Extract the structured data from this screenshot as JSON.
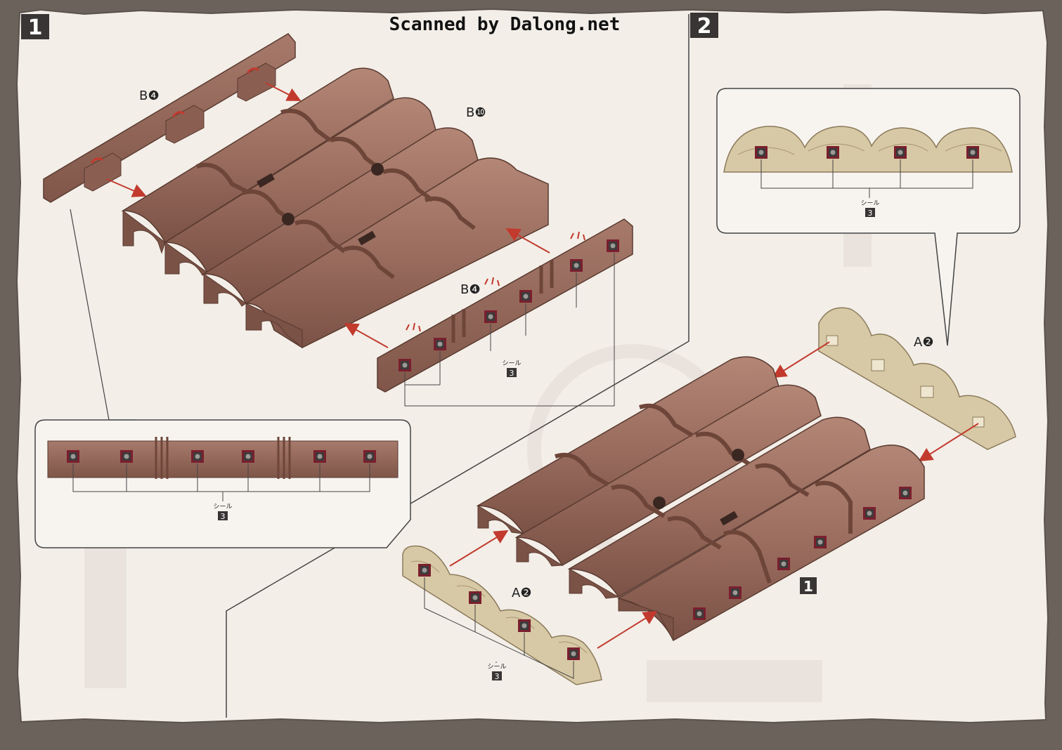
{
  "watermark": "Scanned by Dalong.net",
  "steps": [
    {
      "number": "1"
    },
    {
      "number": "2"
    }
  ],
  "parts": {
    "b4_top": "B❹",
    "b10": "B❿",
    "b4_side": "B❹",
    "a2_right": "A❷",
    "a2_left": "A❷"
  },
  "sticker": {
    "label": "シール",
    "number": "3"
  },
  "subassembly_ref": "1",
  "colors": {
    "paper": "#f3eee8",
    "border": "#6b625c",
    "roof_brown": "#9a6d5f",
    "log_beige": "#d8c9a6",
    "arrow_red": "#c23a2e",
    "sticker_red": "#7a1f2e"
  }
}
